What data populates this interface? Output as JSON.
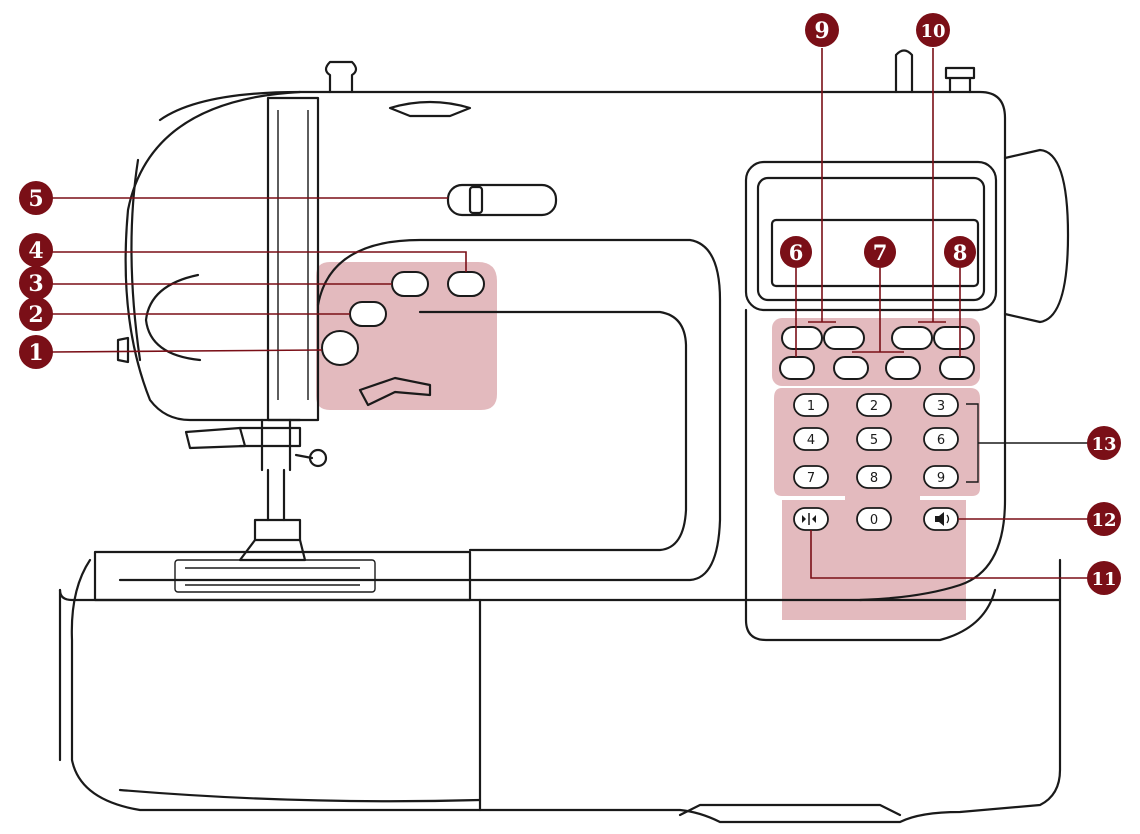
{
  "colors": {
    "callout": "#7a0f17",
    "highlight": "#d9a3a8",
    "outline": "#1a1a1a"
  },
  "keypad": {
    "keys": [
      "1",
      "2",
      "3",
      "4",
      "5",
      "6",
      "7",
      "8",
      "9",
      "0"
    ],
    "left_key_icon": "mirror-icon",
    "right_key_icon": "speaker-icon"
  },
  "callouts": [
    {
      "label": "1"
    },
    {
      "label": "2"
    },
    {
      "label": "3"
    },
    {
      "label": "4"
    },
    {
      "label": "5"
    },
    {
      "label": "6"
    },
    {
      "label": "7"
    },
    {
      "label": "8"
    },
    {
      "label": "9"
    },
    {
      "label": "10"
    },
    {
      "label": "11"
    },
    {
      "label": "12"
    },
    {
      "label": "13"
    }
  ]
}
